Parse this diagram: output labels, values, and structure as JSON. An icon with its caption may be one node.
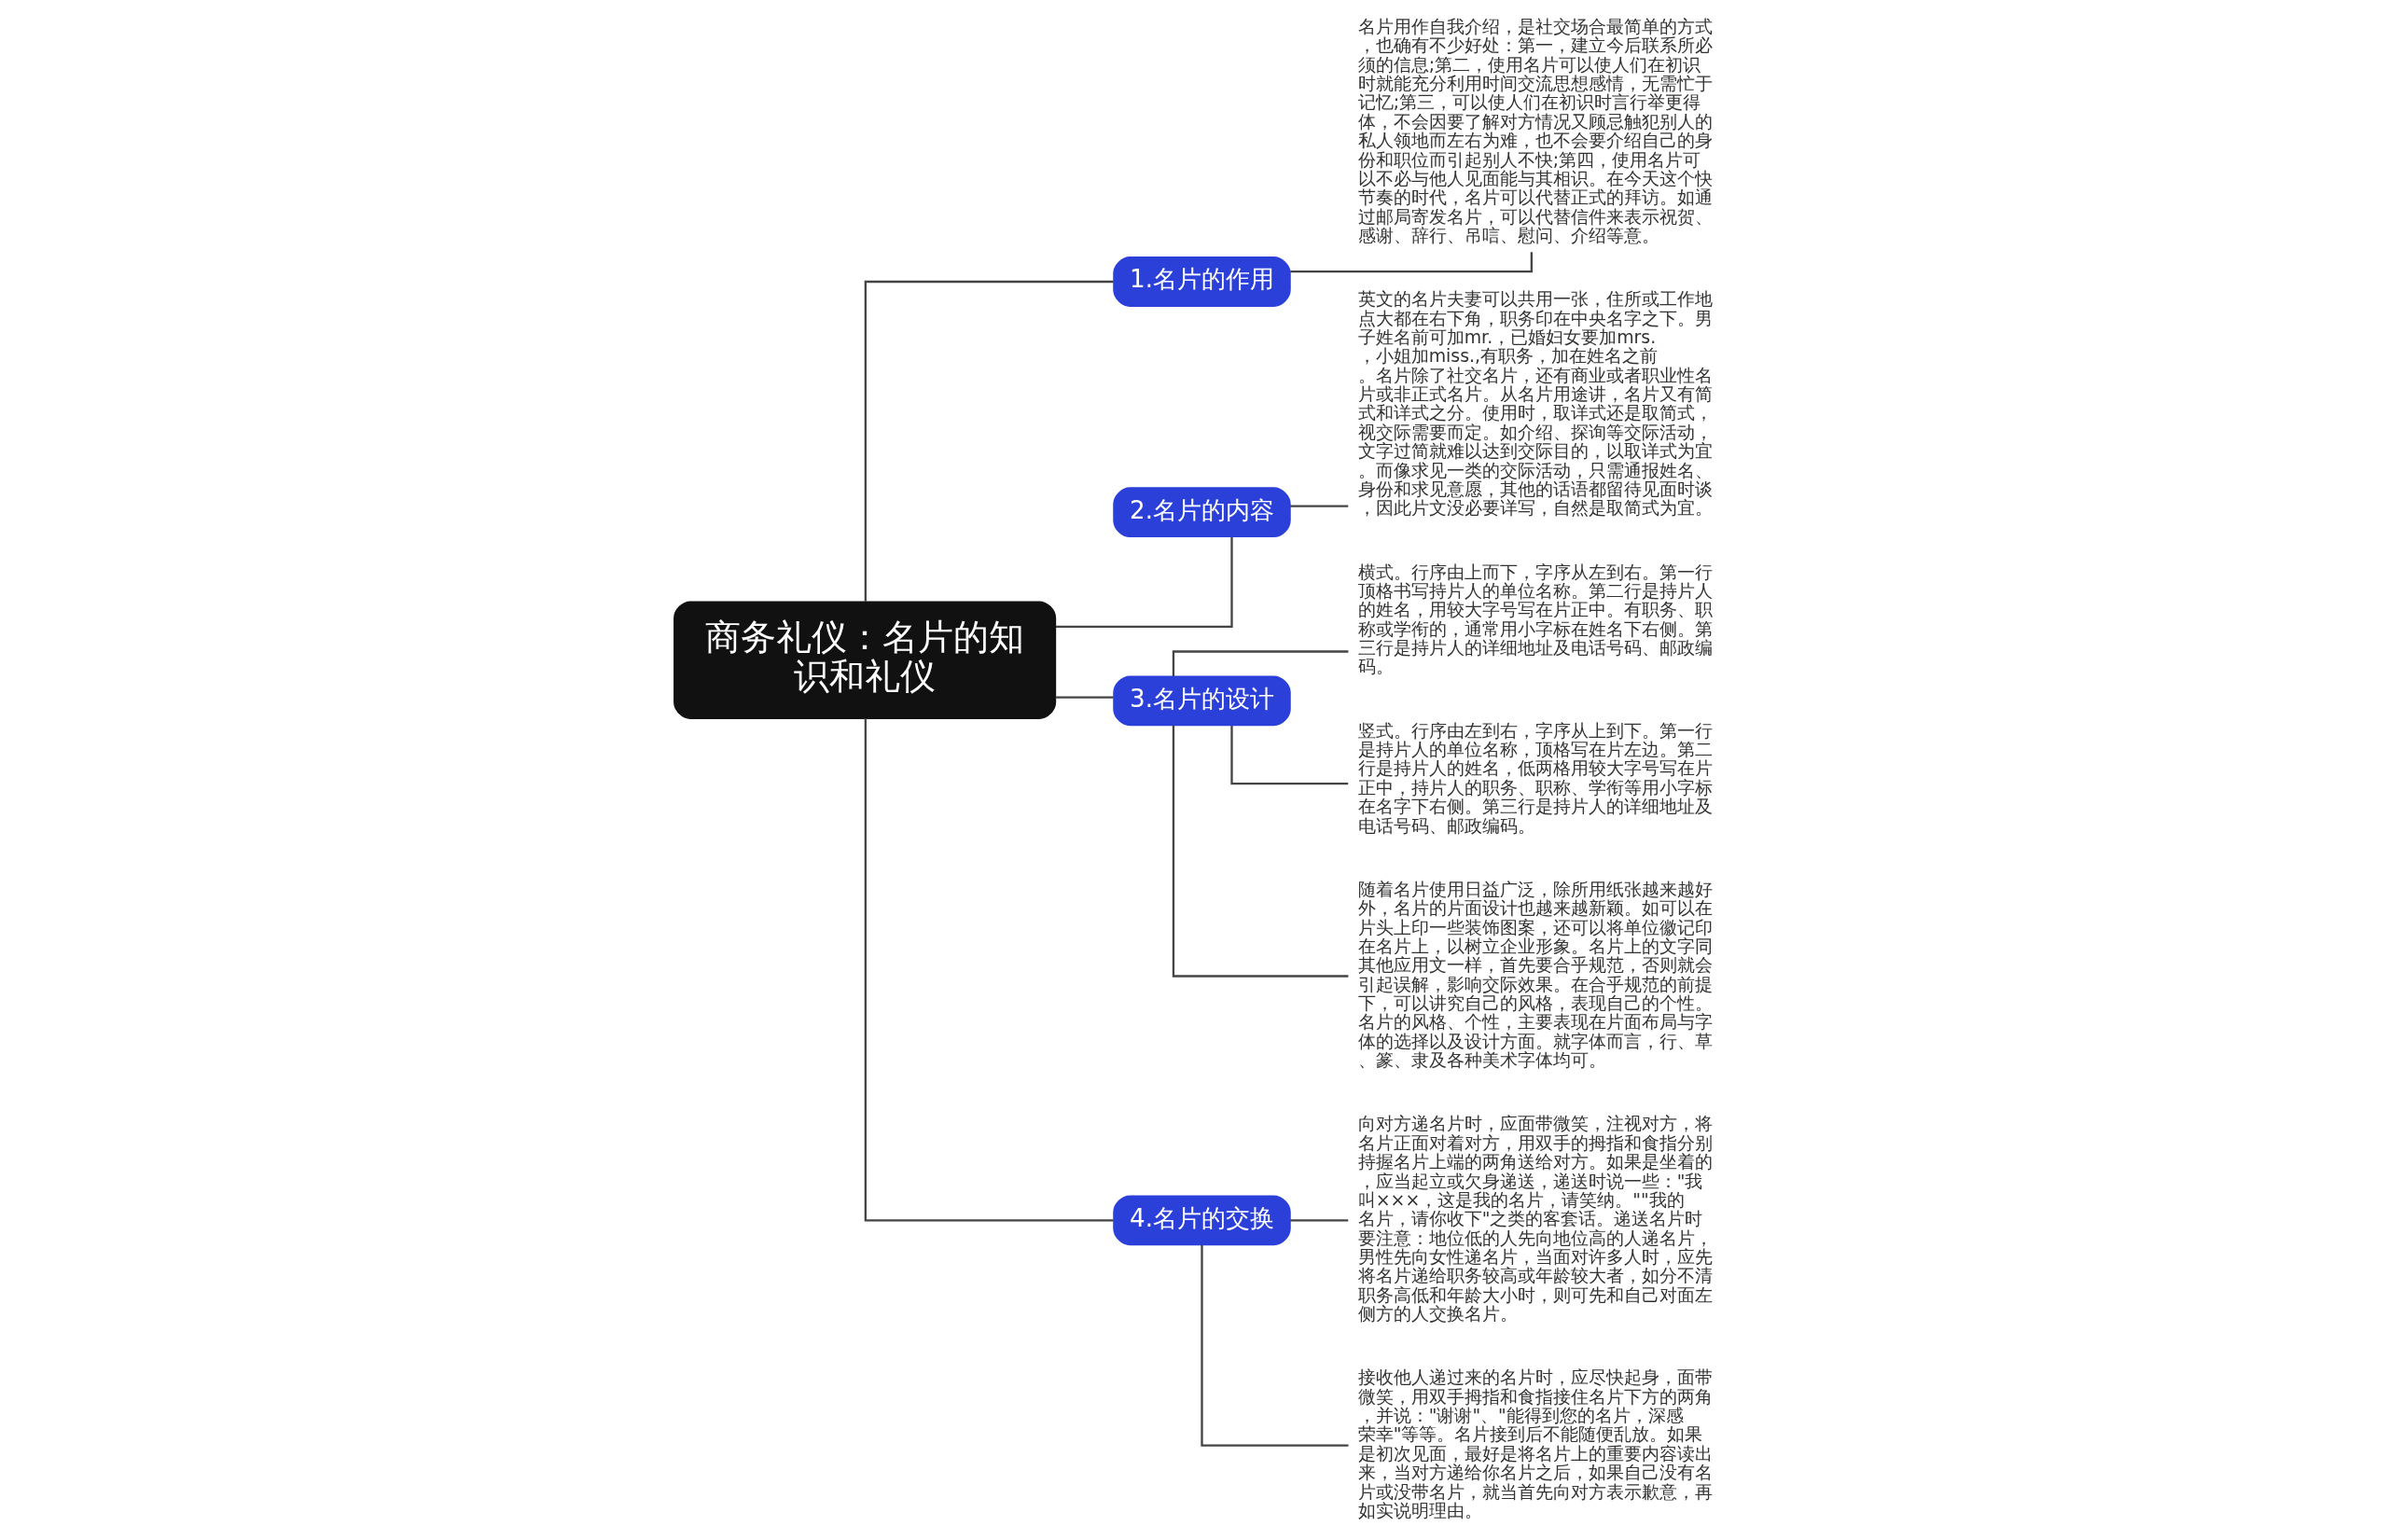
{
  "diagram": {
    "nodes": [
      {
        "text": [
          "商务礼仪：名片的知识和礼仪"
        ]
      },
      {
        "text": [
          "1.名片的作用"
        ]
      },
      {
        "text": [
          "名片用作自我介绍，是社交场合最简单的方式，也确有不少好处：第一，建立今后联系所必须的信息;第二，使用名片可以使人们在初识时就能充分利用时间交流思想感情，无需忙于记忆;第三，可以使人们在初识时言行举更得体，不会因要了解对方情况又顾忌触犯别人的私人领地而左右为难，也不会要介绍自己的身份和职位而引起别人不快;第四，使用名片可以不必与他人见面能与其相识。在今天这个快节奏的时代，名片可以代替正式的拜访。如通过邮局寄发名片，可以代替信件来表示祝贺、感谢、辞行、吊唁、慰问、介绍等意。"
        ]
      },
      {
        "text": [
          "2.名片的内容"
        ]
      },
      {
        "text": [
          "英文的名片夫妻可以共用一张，住所或工作地点大都在右下角，职务印在中央名字之下。男子姓名前可加mr.，已婚妇女要加mrs.，小姐加miss.,有职务，加在姓名之前。名片除了社交名片，还有商业或者职业性名片或非正式名片。从名片用途讲，名片又有简式和详式之分。使用时，取详式还是取简式，视交际需要而定。如介绍、探询等交际活动，文字过简就难以达到交际目的，以取详式为宜。而像求见一类的交际活动，只需通报姓名、身份和求见意愿，其他的话语都留待见面时谈，因此片文没必要详写，自然是取简式为宜。"
        ]
      },
      {
        "text": [
          "3.名片的设计"
        ]
      },
      {
        "text": [
          "横式。行序由上而下，字序从左到右。第一行顶格书写持片人的单位名称。第二行是持片人的姓名，用较大字号写在片正中。有职务、职称或学衔的，通常用小字标在姓名下右侧。第三行是持片人的详细地址及电话号码、邮政编码。"
        ]
      },
      {
        "text": [
          "竖式。行序由左到右，字序从上到下。第一行是持片人的单位名称，顶格写在片左边。第二行是持片人的姓名，低两格用较大字号写在片正中，持片人的职务、职称、学衔等用小字标在名字下右侧。第三行是持片人的详细地址及电话号码、邮政编码。"
        ]
      },
      {
        "text": [
          "随着名片使用日益广泛，除所用纸张越来越好外，名片的片面设计也越来越新颖。如可以在片头上印一些装饰图案，还可以将单位徽记印在名片上，以树立企业形象。名片上的文字同其他应用文一样，首先要合乎规范，否则就会引起误解，影响交际效果。在合乎规范的前提下，可以讲究自己的风格，表现自己的个性。名片的风格、个性，主要表现在片面布局与字体的选择以及设计方面。就字体而言，行、草、篆、隶及各种美术字体均可。"
        ]
      },
      {
        "text": [
          "4.名片的交换"
        ]
      },
      {
        "text": [
          "向对方递名片时，应面带微笑，注视对方，将名片正面对着对方，用双手的拇指和食指分别持握名片上端的两角送给对方。如果是坐着的，应当起立或欠身递送，递送时说一些：\"我叫×××，这是我的名片，请笑纳。\"\"我的名片，请你收下\"之类的客套话。递送名片时要注意：地位低的人先向地位高的人递名片，男性先向女性递名片，当面对许多人时，应先将名片递给职务较高或年龄较大者，如分不清职务高低和年龄大小时，则可先和自己对面左侧方的人交换名片。"
        ]
      },
      {
        "text": [
          "接收他人递过来的名片时，应尽快起身，面带微笑，用双手拇指和食指接住名片下方的两角，并说：\"谢谢\"、\"能得到您的名片，深感荣幸\"等等。名片接到后不能随便乱放。如果是初次见面，最好是将名片上的重要内容读出来，当对方递给你名片之后，如果自己没有名片或没带名片，就当首先向对方表示歉意，再如实说明理由。"
        ]
      }
    ],
    "edges": [
      {
        "from": 0,
        "to": 1,
        "arrow": "none"
      },
      {
        "from": 1,
        "to": 2,
        "arrow": "none"
      },
      {
        "from": 0,
        "to": 3,
        "arrow": "none"
      },
      {
        "from": 3,
        "to": 4,
        "arrow": "none"
      },
      {
        "from": 0,
        "to": 5,
        "arrow": "none"
      },
      {
        "from": 5,
        "to": 6,
        "arrow": "none"
      },
      {
        "from": 5,
        "to": 7,
        "arrow": "none"
      },
      {
        "from": 5,
        "to": 8,
        "arrow": "none"
      },
      {
        "from": 0,
        "to": 9,
        "arrow": "none"
      },
      {
        "from": 9,
        "to": 10,
        "arrow": "none"
      },
      {
        "from": 9,
        "to": 11,
        "arrow": "none"
      }
    ]
  }
}
